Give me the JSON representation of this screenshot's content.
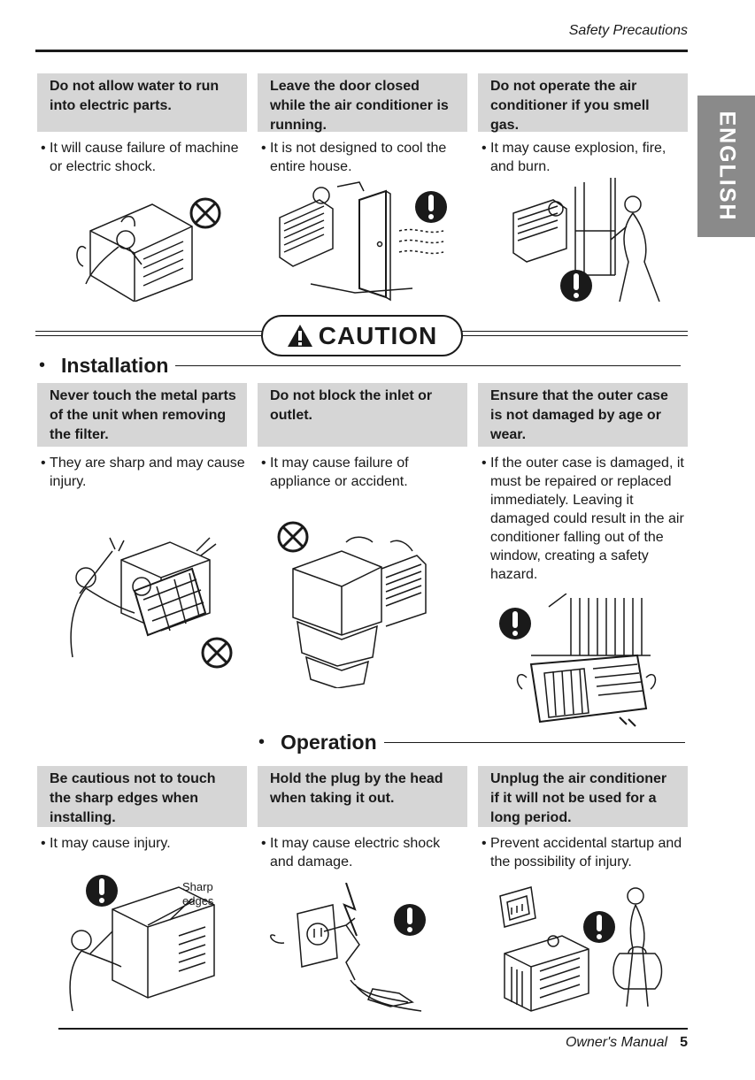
{
  "header": {
    "title": "Safety Precautions"
  },
  "language_tab": {
    "label": "ENGLISH"
  },
  "top_row": [
    {
      "title": "Do not allow water to run into electric parts.",
      "desc": "It will cause failure of machine or  electric shock.",
      "symbol": "prohibited-icon"
    },
    {
      "title": "Leave the door closed while the air conditioner is running.",
      "desc": "It is not designed to cool the entire house.",
      "symbol": "mandatory-icon"
    },
    {
      "title": "Do not operate the air conditioner if you smell gas.",
      "desc": "It may cause explosion, fire, and burn.",
      "symbol": "mandatory-icon"
    }
  ],
  "caution": {
    "label": "CAUTION"
  },
  "installation": {
    "heading": "Installation",
    "items": [
      {
        "title": "Never touch the metal parts of the unit when removing the filter.",
        "desc": "They are sharp and may cause injury.",
        "symbol": "prohibited-icon"
      },
      {
        "title": "Do not block the inlet or outlet.",
        "desc": "It may cause failure of appliance or accident.",
        "symbol": "prohibited-icon"
      },
      {
        "title": "Ensure that the outer case is not damaged by age or wear.",
        "desc": "If the outer case is damaged, it must be repaired or replaced immediately. Leaving it damaged could result in the air conditioner falling out of the window, creating a safety hazard.",
        "symbol": "mandatory-icon"
      }
    ]
  },
  "operation": {
    "heading": "Operation",
    "items": [
      {
        "title": "Be cautious not to touch the sharp edges when installing.",
        "desc": "It may cause injury.",
        "symbol": "mandatory-icon",
        "callout_line1": "Sharp",
        "callout_line2": "edges"
      },
      {
        "title": "Hold the plug by the head when taking it out.",
        "desc": "It may cause electric shock and damage.",
        "symbol": "mandatory-icon"
      },
      {
        "title": "Unplug the air conditioner if it will not be used for a long period.",
        "desc": "Prevent accidental startup and the possibility of injury.",
        "symbol": "mandatory-icon"
      }
    ]
  },
  "footer": {
    "manual_label": "Owner's Manual",
    "page_number": "5"
  }
}
